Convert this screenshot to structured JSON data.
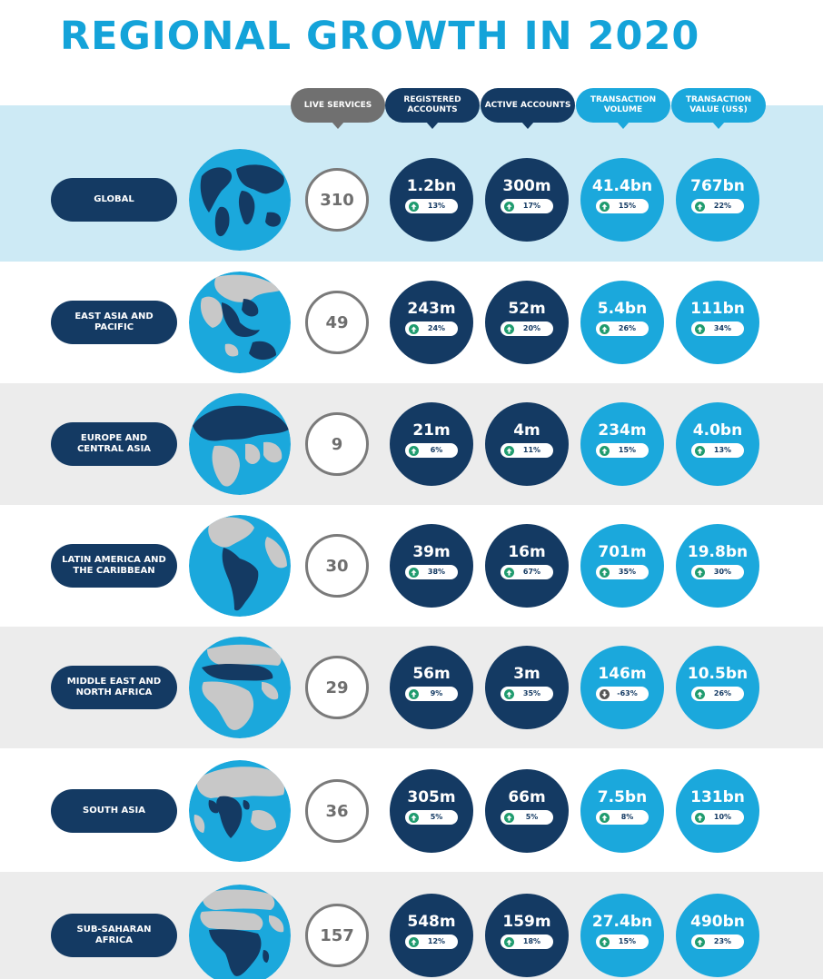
{
  "title": "REGIONAL GROWTH IN 2020",
  "colors": {
    "navy": "#143a63",
    "cyan": "#1ba8dc",
    "gray": "#707070",
    "global_row_bg": "#cdeaf5",
    "alt_row_bg": "#ececec",
    "land_gray": "#c8c8c8",
    "land_highlight": "#143a63",
    "ocean": "#1ba8dc"
  },
  "headers": {
    "live_services": "LIVE SERVICES",
    "registered_accounts": "REGISTERED ACCOUNTS",
    "active_accounts": "ACTIVE ACCOUNTS",
    "transaction_volume": "TRANSACTION VOLUME",
    "transaction_value": "TRANSACTION VALUE (US$)"
  },
  "rows": [
    {
      "region": "GLOBAL",
      "globe_icon": "globe-world-icon",
      "live_services": "310",
      "registered": {
        "value": "1.2bn",
        "change": "13%",
        "direction": "up"
      },
      "active": {
        "value": "300m",
        "change": "17%",
        "direction": "up"
      },
      "volume": {
        "value": "41.4bn",
        "change": "15%",
        "direction": "up"
      },
      "tx_value": {
        "value": "767bn",
        "change": "22%",
        "direction": "up"
      }
    },
    {
      "region": "EAST ASIA AND PACIFIC",
      "globe_icon": "globe-east-asia-icon",
      "live_services": "49",
      "registered": {
        "value": "243m",
        "change": "24%",
        "direction": "up"
      },
      "active": {
        "value": "52m",
        "change": "20%",
        "direction": "up"
      },
      "volume": {
        "value": "5.4bn",
        "change": "26%",
        "direction": "up"
      },
      "tx_value": {
        "value": "111bn",
        "change": "34%",
        "direction": "up"
      }
    },
    {
      "region": "EUROPE AND CENTRAL ASIA",
      "globe_icon": "globe-europe-icon",
      "live_services": "9",
      "registered": {
        "value": "21m",
        "change": "6%",
        "direction": "up"
      },
      "active": {
        "value": "4m",
        "change": "11%",
        "direction": "up"
      },
      "volume": {
        "value": "234m",
        "change": "15%",
        "direction": "up"
      },
      "tx_value": {
        "value": "4.0bn",
        "change": "13%",
        "direction": "up"
      }
    },
    {
      "region": "LATIN AMERICA AND THE CARIBBEAN",
      "globe_icon": "globe-latin-america-icon",
      "live_services": "30",
      "registered": {
        "value": "39m",
        "change": "38%",
        "direction": "up"
      },
      "active": {
        "value": "16m",
        "change": "67%",
        "direction": "up"
      },
      "volume": {
        "value": "701m",
        "change": "35%",
        "direction": "up"
      },
      "tx_value": {
        "value": "19.8bn",
        "change": "30%",
        "direction": "up"
      }
    },
    {
      "region": "MIDDLE EAST AND NORTH AFRICA",
      "globe_icon": "globe-mena-icon",
      "live_services": "29",
      "registered": {
        "value": "56m",
        "change": "9%",
        "direction": "up"
      },
      "active": {
        "value": "3m",
        "change": "35%",
        "direction": "up"
      },
      "volume": {
        "value": "146m",
        "change": "-63%",
        "direction": "down"
      },
      "tx_value": {
        "value": "10.5bn",
        "change": "26%",
        "direction": "up"
      }
    },
    {
      "region": "SOUTH ASIA",
      "globe_icon": "globe-south-asia-icon",
      "live_services": "36",
      "registered": {
        "value": "305m",
        "change": "5%",
        "direction": "up"
      },
      "active": {
        "value": "66m",
        "change": "5%",
        "direction": "up"
      },
      "volume": {
        "value": "7.5bn",
        "change": "8%",
        "direction": "up"
      },
      "tx_value": {
        "value": "131bn",
        "change": "10%",
        "direction": "up"
      }
    },
    {
      "region": "SUB-SAHARAN AFRICA",
      "globe_icon": "globe-africa-icon",
      "live_services": "157",
      "registered": {
        "value": "548m",
        "change": "12%",
        "direction": "up"
      },
      "active": {
        "value": "159m",
        "change": "18%",
        "direction": "up"
      },
      "volume": {
        "value": "27.4bn",
        "change": "15%",
        "direction": "up"
      },
      "tx_value": {
        "value": "490bn",
        "change": "23%",
        "direction": "up"
      }
    }
  ]
}
